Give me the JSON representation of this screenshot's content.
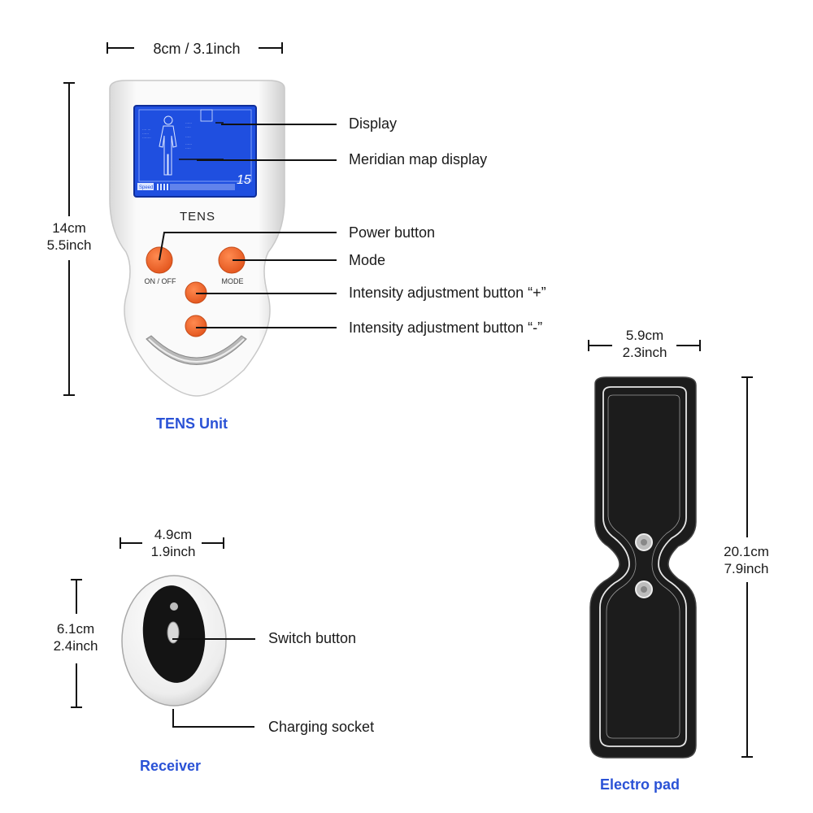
{
  "tens_unit": {
    "caption": "TENS Unit",
    "width_dim": "8cm / 3.1inch",
    "height_dim_cm": "14cm",
    "height_dim_in": "5.5inch",
    "brand": "TENS",
    "on_off_label": "ON / OFF",
    "mode_label": "MODE",
    "screen": {
      "speed_label": "Speed",
      "level_value": "15",
      "background_color": "#1f4fe0"
    },
    "callouts": [
      {
        "label": "Display"
      },
      {
        "label": "Meridian map display"
      },
      {
        "label": "Power button"
      },
      {
        "label": "Mode"
      },
      {
        "label": "Intensity adjustment button “+”"
      },
      {
        "label": "Intensity adjustment button “-”"
      }
    ],
    "button_color": "#f26a2e"
  },
  "receiver": {
    "caption": "Receiver",
    "width_dim_cm": "4.9cm",
    "width_dim_in": "1.9inch",
    "height_dim_cm": "6.1cm",
    "height_dim_in": "2.4inch",
    "callouts": [
      {
        "label": "Switch button"
      },
      {
        "label": "Charging socket"
      }
    ]
  },
  "electro_pad": {
    "caption": "Electro pad",
    "width_dim_cm": "5.9cm",
    "width_dim_in": "2.3inch",
    "height_dim_cm": "20.1cm",
    "height_dim_in": "7.9inch"
  },
  "colors": {
    "caption_blue": "#2a52d6",
    "pad_black": "#1c1c1c",
    "device_white": "#f4f4f4"
  }
}
